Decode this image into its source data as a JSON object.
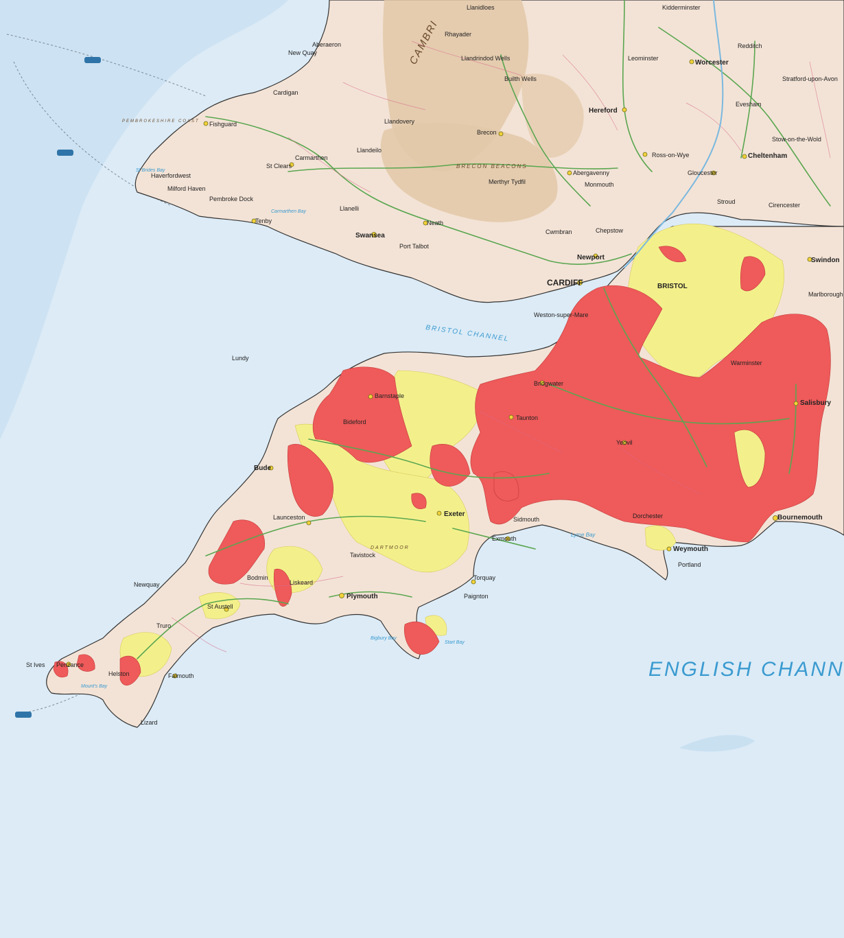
{
  "map": {
    "colors": {
      "sea": "#dcebf6",
      "sea_deep": "#c9e0f1",
      "land": "#f3e3d6",
      "upland": "#e2c8a8",
      "red_zone": "#ef5a5a",
      "yellow_zone": "#f3f08c",
      "roads": "#5aa650",
      "coast": "#333333"
    },
    "water_labels": {
      "english_channel": "ENGLISH CHANN",
      "bristol_channel": "BRISTOL CHANNEL",
      "lyme_bay": "Lyme Bay",
      "carmarthen_bay": "Carmarthen Bay",
      "st_brides_bay": "St Brides Bay",
      "mounts_bay": "Mount's Bay",
      "start_bay": "Start Bay",
      "bigbury_bay": "Bigbury Bay"
    },
    "region_labels": {
      "cambria": "CAMBRI",
      "brecon_beacons": "BRECON BEACONS",
      "dartmoor": "DARTMOOR",
      "pembrokeshire_coast": "PEMBROKESHIRE COAST"
    },
    "places": {
      "cardiff": "CARDIFF",
      "swansea": "Swansea",
      "newport": "Newport",
      "bristol": "BRISTOL",
      "plymouth": "Plymouth",
      "exeter": "Exeter",
      "bournemouth": "Bournemouth",
      "salisbury": "Salisbury",
      "swindon": "Swindon",
      "cheltenham": "Cheltenham",
      "hereford": "Hereford",
      "gloucester": "Gloucester",
      "worcester": "Worcester",
      "kidderminster": "Kidderminster",
      "redditch": "Redditch",
      "evesham": "Evesham",
      "stroud": "Stroud",
      "cirencester": "Cirencester",
      "marlborough": "Marlborough",
      "warminster": "Warminster",
      "taunton": "Taunton",
      "yeovil": "Yeovil",
      "bridgwater": "Bridgwater",
      "weston_super_mare": "Weston-super-Mare",
      "weymouth": "Weymouth",
      "dorchester": "Dorchester",
      "exmouth": "Exmouth",
      "torquay": "Torquay",
      "paignton": "Paignton",
      "barnstaple": "Barnstaple",
      "bideford": "Bideford",
      "bude": "Bude",
      "launceston": "Launceston",
      "tavistock": "Tavistock",
      "liskeard": "Liskeard",
      "bodmin": "Bodmin",
      "st_austell": "St Austell",
      "newquay": "Newquay",
      "truro": "Truro",
      "falmouth": "Falmouth",
      "penzance": "Penzance",
      "helston": "Helston",
      "st_ives": "St Ives",
      "lizard": "Lizard",
      "tenby": "Tenby",
      "pembroke_dock": "Pembroke Dock",
      "milford_haven": "Milford Haven",
      "haverfordwest": "Haverfordwest",
      "fishguard": "Fishguard",
      "cardigan": "Cardigan",
      "carmarthen": "Carmarthen",
      "st_clears": "St Clears",
      "llanelli": "Llanelli",
      "llandeilo": "Llandeilo",
      "llandovery": "Llandovery",
      "brecon": "Brecon",
      "neath": "Neath",
      "port_talbot": "Port Talbot",
      "merthyr_tydfil": "Merthyr Tydfil",
      "abergavenny": "Abergavenny",
      "monmouth": "Monmouth",
      "ross_on_wye": "Ross-on-Wye",
      "chepstow": "Chepstow",
      "cwmbran": "Cwmbran",
      "rhayader": "Rhayader",
      "llanidloes": "Llanidloes",
      "builth_wells": "Builth Wells",
      "llandrindod_wells": "Llandrindod Wells",
      "leominster": "Leominster",
      "aberaeron": "Aberaeron",
      "new_quay": "New Quay",
      "stratford": "Stratford-upon-Avon",
      "stow": "Stow-on-the-Wold",
      "sidmouth": "Sidmouth",
      "portland": "Portland",
      "lundy": "Lundy"
    }
  }
}
